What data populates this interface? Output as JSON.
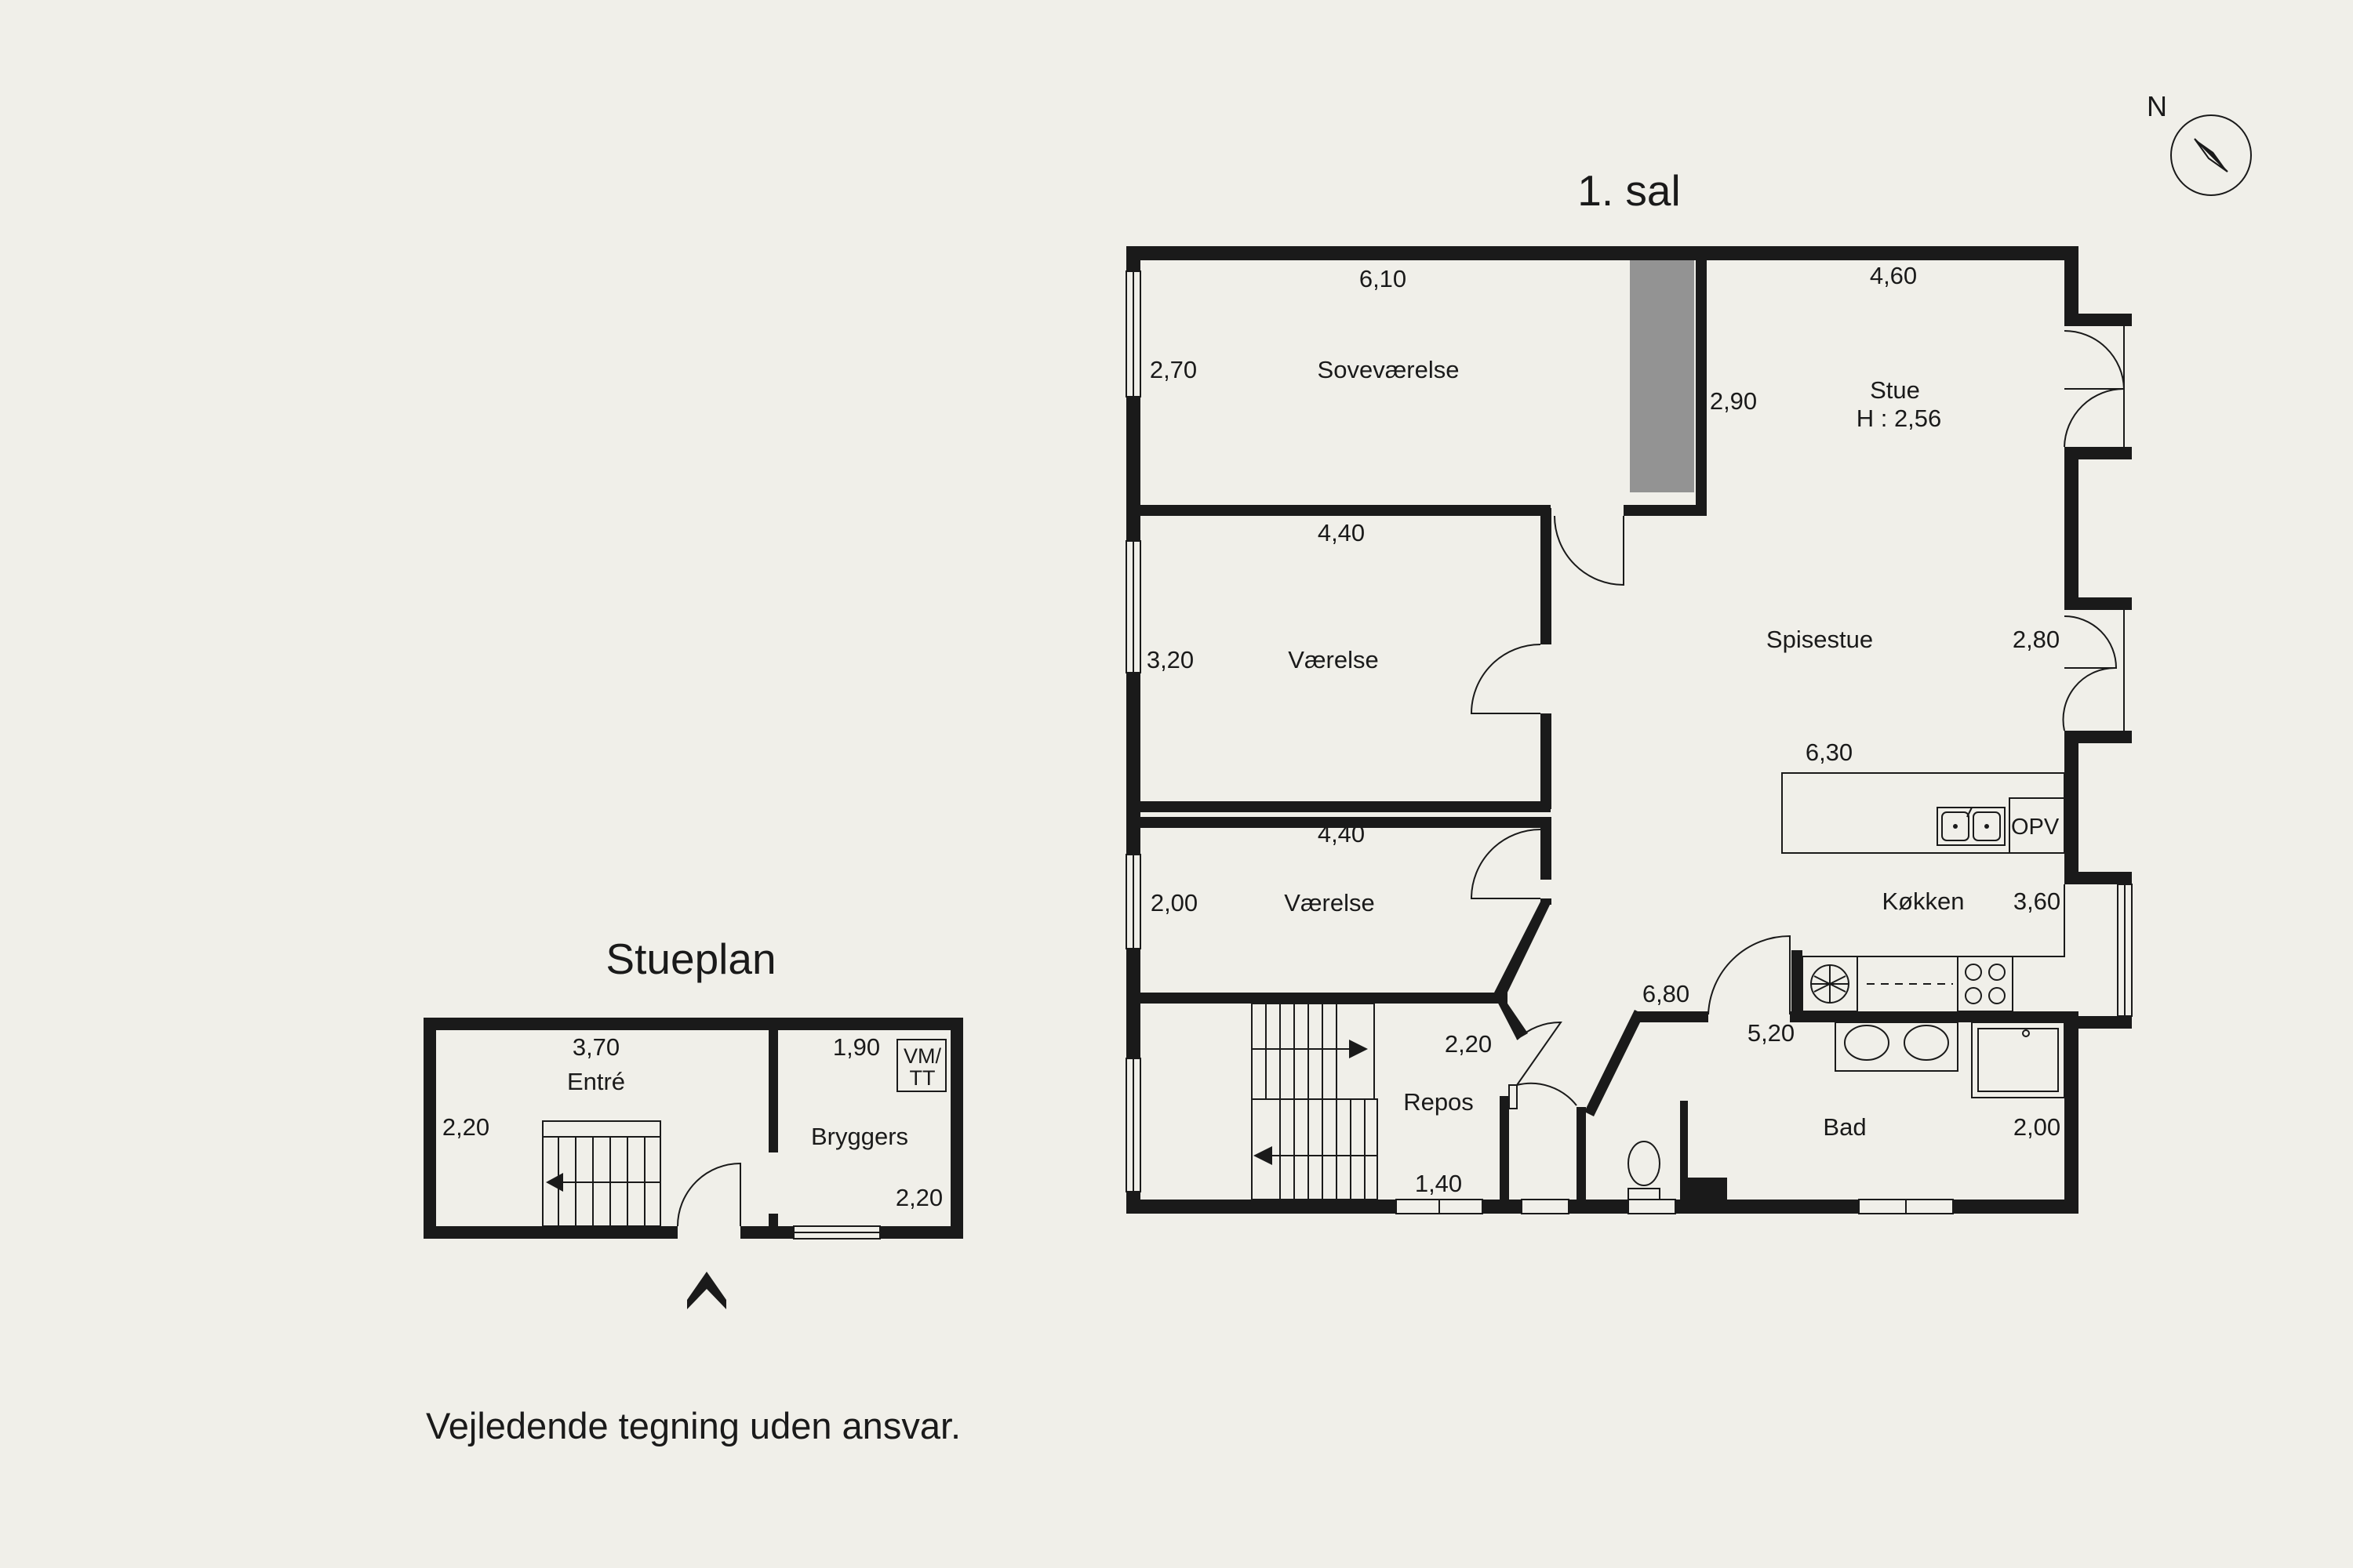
{
  "floors": {
    "first": {
      "title": "1. sal",
      "rooms": {
        "sovevaerelse": {
          "name": "Soveværelse",
          "w": "6,10",
          "h": "2,70"
        },
        "stue": {
          "name": "Stue",
          "height": "H : 2,56",
          "w": "4,60",
          "h": "2,90"
        },
        "spisestue": {
          "name": "Spisestue",
          "h": "2,80"
        },
        "vaerelse1": {
          "name": "Værelse",
          "w": "4,40",
          "h": "3,20"
        },
        "vaerelse2": {
          "name": "Værelse",
          "w": "4,40",
          "h": "2,00"
        },
        "kokken": {
          "name": "Køkken",
          "w": "6,30",
          "h": "3,60",
          "appliance": "OPV"
        },
        "repos": {
          "name": "Repos",
          "w": "2,20",
          "h": "1,40"
        },
        "bad": {
          "name": "Bad",
          "w": "5,20",
          "h": "2,00"
        },
        "hall": {
          "w": "6,80"
        }
      }
    },
    "ground": {
      "title": "Stueplan",
      "rooms": {
        "entre": {
          "name": "Entré",
          "w": "3,70",
          "h": "2,20"
        },
        "bryggers": {
          "name": "Bryggers",
          "w": "1,90",
          "h": "2,20",
          "appliance_line1": "VM/",
          "appliance_line2": "TT"
        }
      }
    }
  },
  "compass": {
    "label": "N"
  },
  "disclaimer": "Vejledende tegning uden ansvar.",
  "colors": {
    "background": "#f0efe9",
    "wall": "#1a1a1a",
    "chimney": "#939393"
  }
}
